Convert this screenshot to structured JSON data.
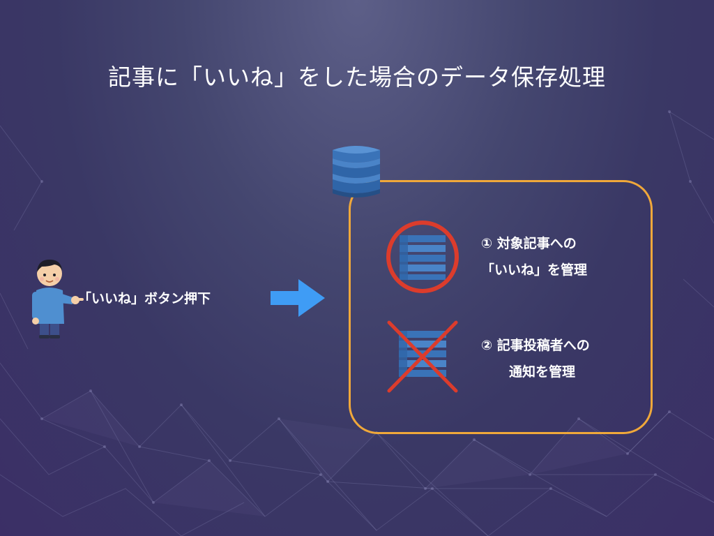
{
  "slide": {
    "title": "記事に「いいね」をした場合のデータ保存処理"
  },
  "actor": {
    "icon": "person-pointing-icon",
    "action_label": "「いいね」ボタン押下"
  },
  "flow": {
    "arrow_icon": "arrow-right-icon",
    "arrow_color": "#3f9cf5"
  },
  "store": {
    "icon": "database-icon",
    "border_color": "#f0a83a",
    "items": [
      {
        "status": "circle-ok",
        "mark_color": "#dc3c2c",
        "line1": "① 対象記事への",
        "line2": "「いいね」を管理"
      },
      {
        "status": "cross-ng",
        "mark_color": "#dc3c2c",
        "line1": "② 記事投稿者への",
        "line2": "通知を管理"
      }
    ]
  }
}
